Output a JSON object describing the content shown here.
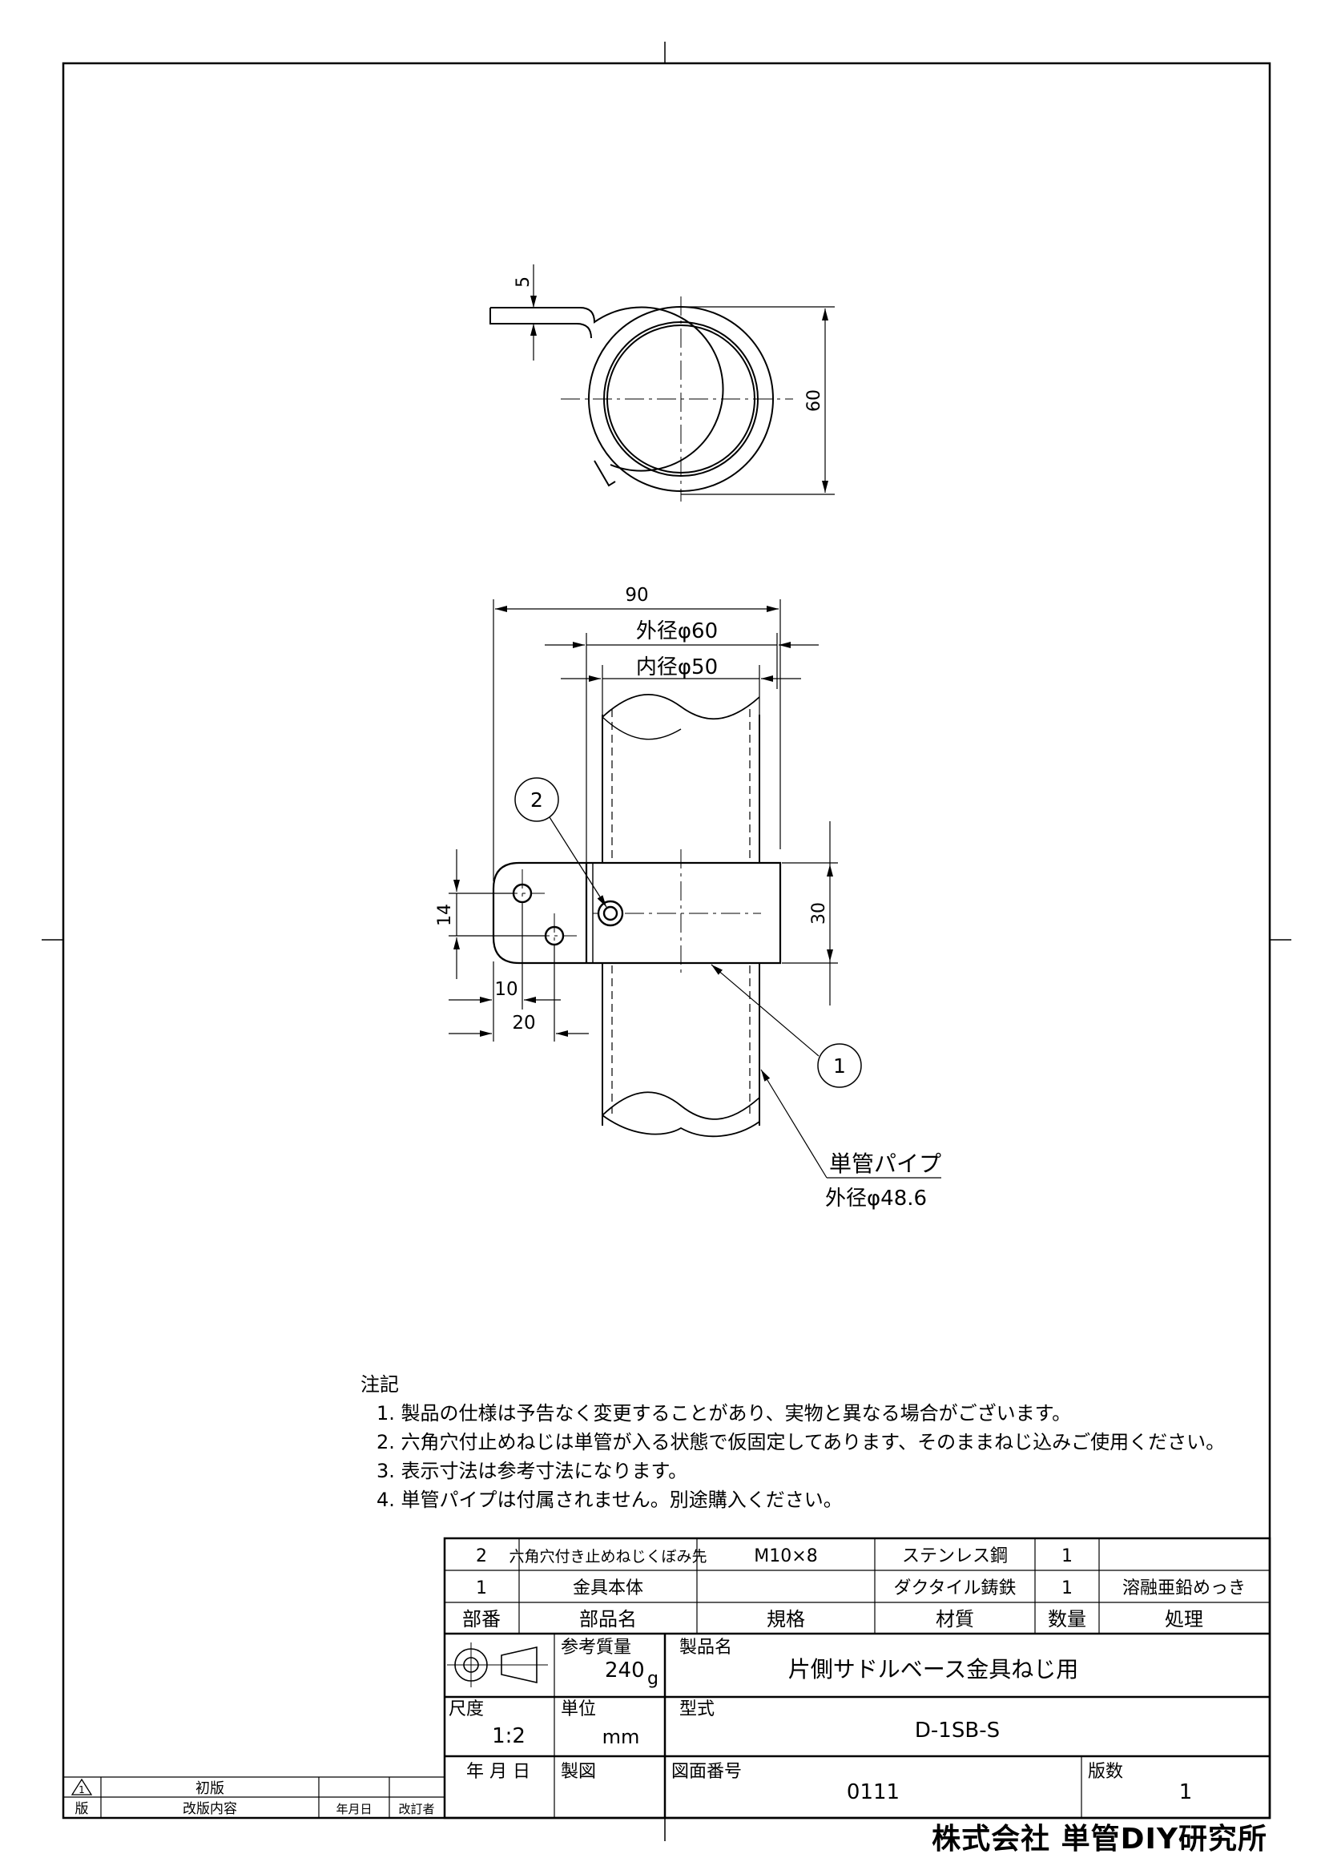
{
  "dims": {
    "flange_thickness": "5",
    "clamp_height": "60",
    "overall_width": "90",
    "outer_dia": "外径φ60",
    "inner_dia": "内径φ50",
    "hole_pitch_v": "14",
    "band_width": "30",
    "hole_offset_10": "10",
    "hole_offset_20": "20"
  },
  "balloons": {
    "part1": "1",
    "part2": "2"
  },
  "pipe_label": {
    "name": "単管パイプ",
    "dia": "外径φ48.6"
  },
  "notes": {
    "title": "注記",
    "items": [
      "1. 製品の仕様は予告なく変更することがあり、実物と異なる場合がございます。",
      "2. 六角穴付止めねじは単管が入る状態で仮固定してあります、そのままねじ込みご使用ください。",
      "3. 表示寸法は参考寸法になります。",
      "4. 単管パイプは付属されません。別途購入ください。"
    ]
  },
  "parts_table": {
    "headers": [
      "部番",
      "部品名",
      "規格",
      "材質",
      "数量",
      "処理"
    ],
    "rows": [
      [
        "2",
        "六角穴付き止めねじくぼみ先",
        "M10×8",
        "ステンレス鋼",
        "1",
        ""
      ],
      [
        "1",
        "金具本体",
        "",
        "ダクタイル鋳鉄",
        "1",
        "溶融亜鉛めっき"
      ]
    ]
  },
  "title_block": {
    "mass_label": "参考質量",
    "mass_value": "240",
    "mass_unit": "g",
    "product_label": "製品名",
    "product_name": "片側サドルベース金具ねじ用",
    "scale_label": "尺度",
    "scale_value": "1:2",
    "unit_label": "単位",
    "unit_value": "mm",
    "model_label": "型式",
    "model_value": "D-1SB-S",
    "date_label": "年 月 日",
    "drawn_label": "製図",
    "drawing_no_label": "図面番号",
    "drawing_no": "0111",
    "edition_label": "版数",
    "edition_value": "1"
  },
  "revision": {
    "symbol": "1",
    "first_edition": "初版",
    "col_ban": "版",
    "col_content": "改版内容",
    "col_date": "年月日",
    "col_reviser": "改訂者"
  },
  "company": "株式会社 単管DIY研究所"
}
